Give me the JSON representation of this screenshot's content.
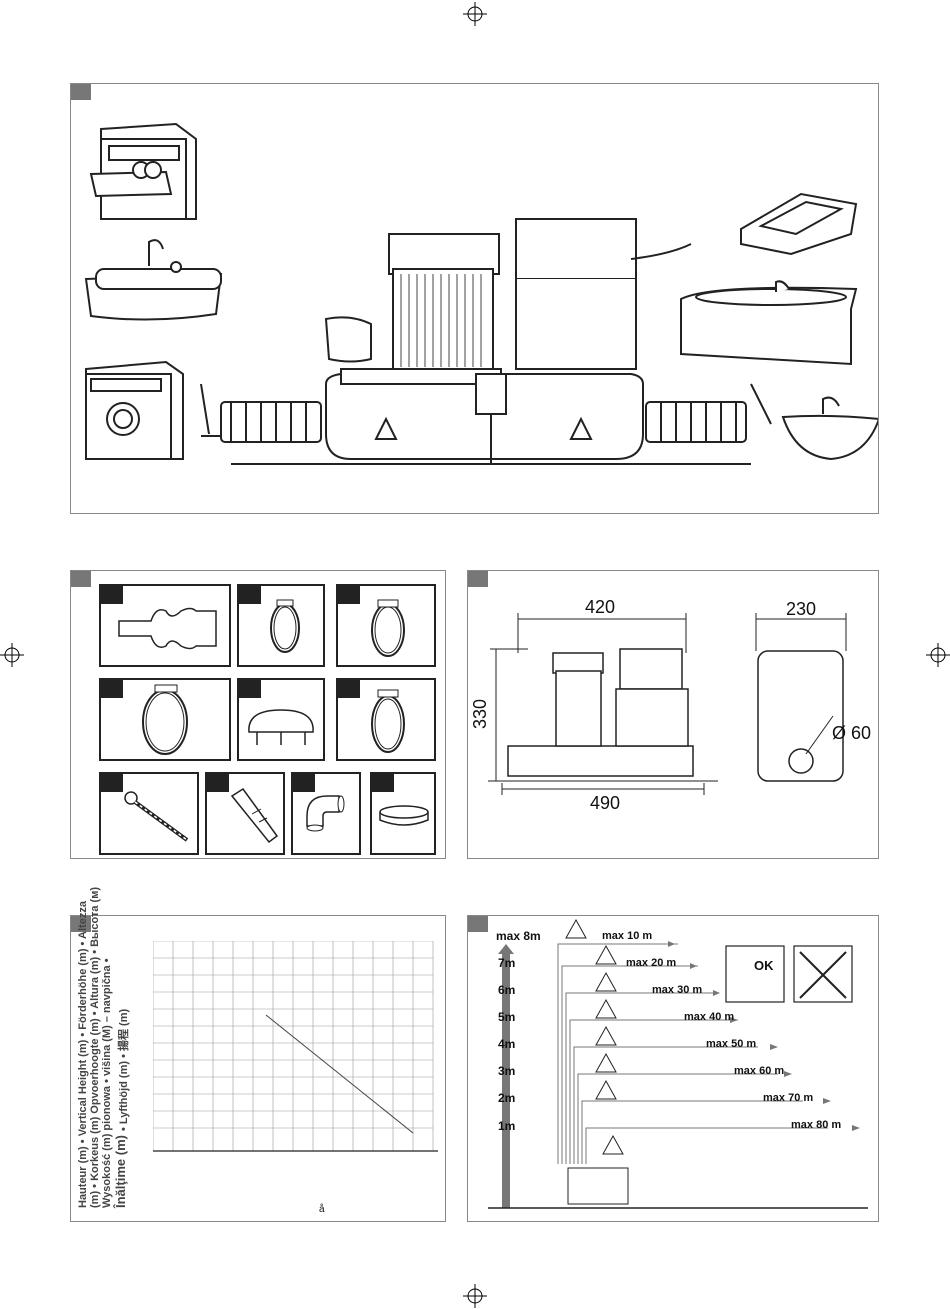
{
  "dimensions": {
    "width": "420",
    "depth": "230",
    "height": "330",
    "length": "490",
    "outlet": "Ø 60"
  },
  "head_axis": {
    "line1": "Hauteur (m) • Vertical Height (m) • Förderhöhe (m) • Altezza",
    "line2": "(m) • Korkeus (m) Opvoerhoogte (m) • Altura (m) • Высота (м)",
    "line3": "Wysokość (m) pionowa • višina (M) – navpična •",
    "line4a": "Înălţime (m)",
    "line4b": "• Lyfthöjd (m) • 揚程 (m)",
    "footer": "å"
  },
  "install": {
    "heights": [
      "max 8m",
      "7m",
      "6m",
      "5m",
      "4m",
      "3m",
      "2m",
      "1m"
    ],
    "distances": [
      "max 10 m",
      "max 20 m",
      "max 30 m",
      "max 40 m",
      "max 50 m",
      "max 60 m",
      "max 70 m",
      "max 80 m"
    ],
    "ok": "OK"
  }
}
